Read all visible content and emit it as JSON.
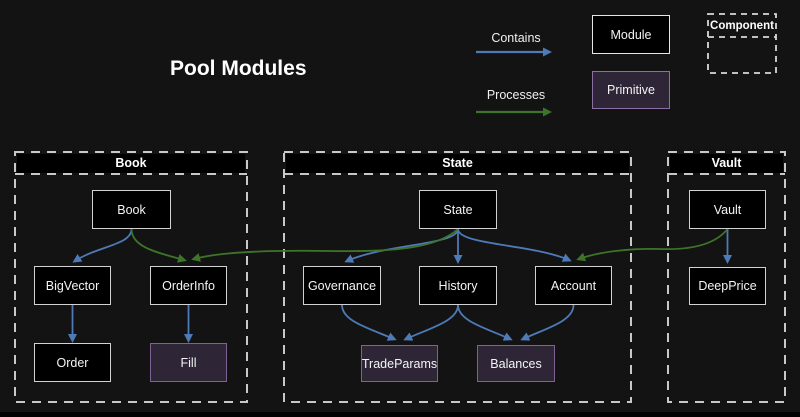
{
  "title": "Pool Modules",
  "legend": {
    "contains_label": "Contains",
    "processes_label": "Processes",
    "module_label": "Module",
    "primitive_label": "Primitive",
    "component_label": "Component"
  },
  "containers": [
    {
      "id": "book",
      "label": "Book"
    },
    {
      "id": "state",
      "label": "State"
    },
    {
      "id": "vault",
      "label": "Vault"
    }
  ],
  "nodes": {
    "book": "Book",
    "bigvector": "BigVector",
    "orderinfo": "OrderInfo",
    "order": "Order",
    "fill": "Fill",
    "state": "State",
    "governance": "Governance",
    "history": "History",
    "account": "Account",
    "tradeparams": "TradeParams",
    "balances": "Balances",
    "vault": "Vault",
    "deepprice": "DeepPrice"
  },
  "edges": {
    "contains": [
      {
        "from": "Book",
        "to": "BigVector"
      },
      {
        "from": "BigVector",
        "to": "Order"
      },
      {
        "from": "OrderInfo",
        "to": "Fill"
      },
      {
        "from": "State",
        "to": "Governance"
      },
      {
        "from": "State",
        "to": "History"
      },
      {
        "from": "State",
        "to": "Account"
      },
      {
        "from": "Governance",
        "to": "TradeParams"
      },
      {
        "from": "History",
        "to": "TradeParams"
      },
      {
        "from": "History",
        "to": "Balances"
      },
      {
        "from": "Account",
        "to": "Balances"
      },
      {
        "from": "Vault",
        "to": "DeepPrice"
      }
    ],
    "processes": [
      {
        "from": "Book",
        "to": "OrderInfo"
      },
      {
        "from": "State",
        "to": "OrderInfo"
      },
      {
        "from": "Vault",
        "to": "Account"
      }
    ]
  },
  "colors": {
    "background": "#131313",
    "module_fill": "#000000",
    "module_border": "#d2d2d2",
    "primitive_fill": "#2e2537",
    "primitive_border": "#7e6293",
    "contains_arrow": "#4e7ab8",
    "processes_arrow": "#3e7429",
    "container_dash": "#c8c8c8",
    "text": "#ffffff"
  }
}
